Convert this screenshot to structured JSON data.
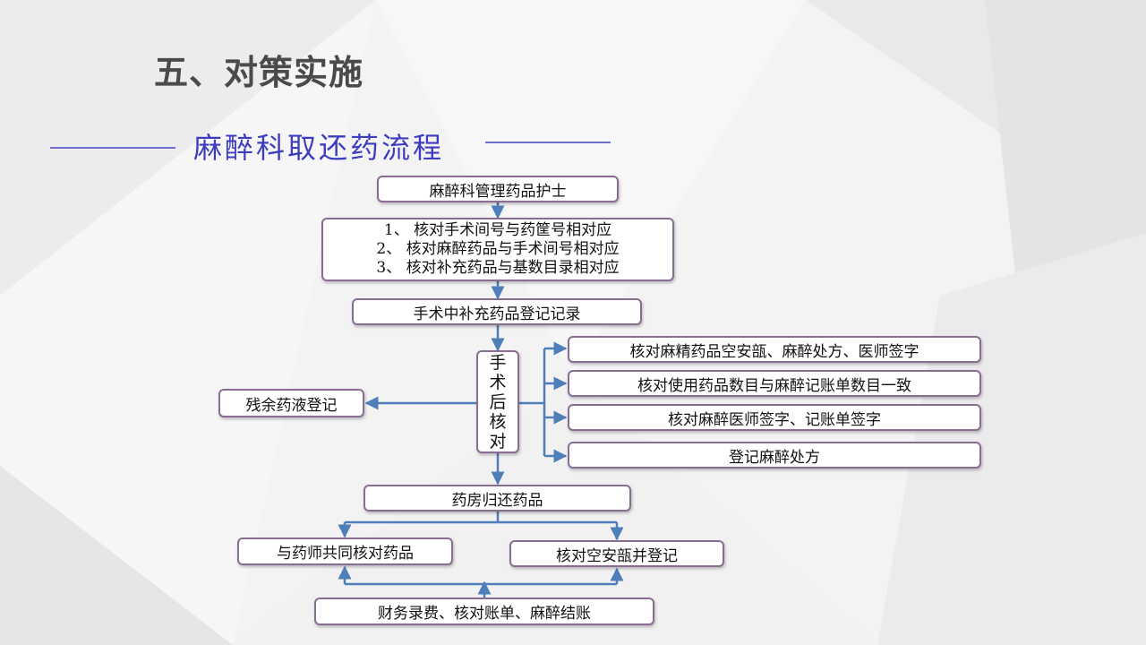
{
  "slide": {
    "title": "五、对策实施",
    "subtitle": "麻醉科取还药流程"
  },
  "flow": {
    "nurse": "麻醉科管理药品护士",
    "checks": [
      "1、 核对手术间号与药筐号相对应",
      "2、 核对麻醉药品与手术间号相对应",
      "3、 核对补充药品与基数目录相对应"
    ],
    "register": "手术中补充药品登记记录",
    "post_check": [
      "手",
      "术",
      "后",
      "核",
      "对"
    ],
    "residual": "残余药液登记",
    "right_items": [
      "核对麻精药品空安瓿、麻醉处方、医师签字",
      "核对使用药品数目与麻醉记账单数目一致",
      "核对麻醉医师签字、记账单签字",
      "登记麻醉处方"
    ],
    "return": "药房归还药品",
    "pharmacist": "与药师共同核对药品",
    "ampoule": "核对空安瓿并登记",
    "finance": "财务录费、核对账单、麻醉结账"
  },
  "colors": {
    "box_border": "#8a6d93",
    "arrow": "#4f7fb8",
    "subtitle": "#3d3dbf",
    "title": "#4a4a4a"
  }
}
